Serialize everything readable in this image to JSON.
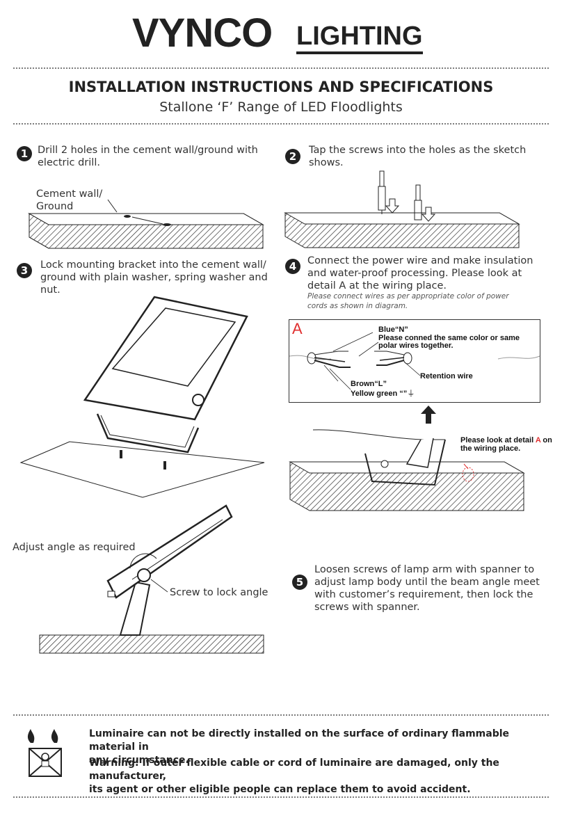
{
  "brand": {
    "name": "VYNCO",
    "suffix": "LIGHTING"
  },
  "header": {
    "title": "INSTALLATION INSTRUCTIONS AND SPECIFICATIONS",
    "subtitle": "Stallone ‘F’ Range of LED Floodlights"
  },
  "steps": [
    {
      "num": "1",
      "text_l1": "Drill 2 holes in the cement wall/ground with",
      "text_l2": "electric drill."
    },
    {
      "num": "2",
      "text_l1": "Tap the screws into the holes as the sketch",
      "text_l2": "shows."
    },
    {
      "num": "3",
      "text_l1": "Lock mounting bracket into the cement wall/",
      "text_l2": "ground with plain washer, spring washer and",
      "text_l3": "nut."
    },
    {
      "num": "4",
      "text_l1": "Connect the power wire and make insulation",
      "text_l2": "and water-proof processing. Please look at",
      "text_l3": "detail A at the wiring place.",
      "note_l1": "Please connect wires as per appropriate color of power",
      "note_l2": "cords as shown in diagram."
    },
    {
      "num": "5",
      "text_l1": "Loosen screws of lamp arm with spanner to",
      "text_l2": "adjust lamp body until the beam angle meet",
      "text_l3": "with customer’s requirement, then lock the",
      "text_l4": "screws with spanner."
    }
  ],
  "labels": {
    "cement_l1": "Cement wall/",
    "cement_l2": "Ground",
    "adjust": "Adjust angle as required",
    "screw_lock": "Screw to lock angle"
  },
  "detail": {
    "letter": "A",
    "blue": "Blue“N”",
    "conned_l1": "Please conned the same color or same",
    "conned_l2": "polar wires together.",
    "retention": "Retention wire",
    "brown": "Brown“L”",
    "yellow": "Yellow green “”",
    "look_l1": "Please look at detail ",
    "look_a": "A",
    "look_on": " on",
    "look_l2": "the wiring place."
  },
  "warnings": {
    "w1_l1": "Luminaire can not be directly installed on the surface of ordinary flammable material in",
    "w1_l2": "any circumstance.",
    "w2_l1": "Warning: If outer flexible cable or cord of luminaire are damaged, only the manufacturer,",
    "w2_l2": "its agent or other eligible people can replace them to avoid accident."
  },
  "colors": {
    "accent_red": "#e03030",
    "ink": "#222222"
  }
}
